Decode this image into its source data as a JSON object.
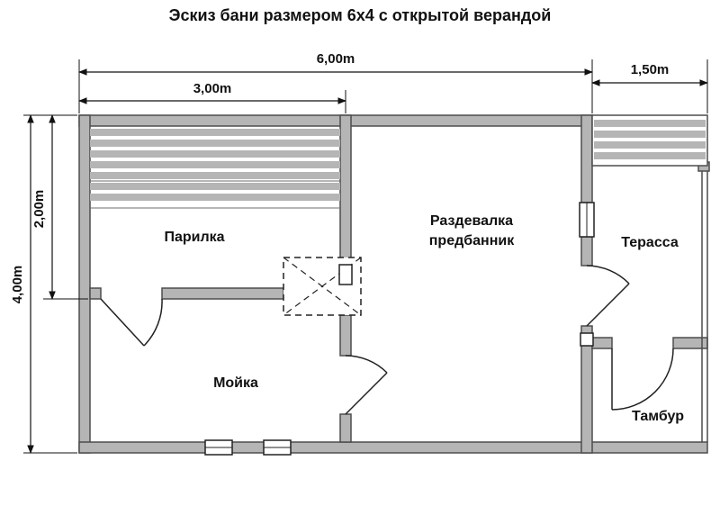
{
  "title": "Эскиз бани размером 6х4 с открытой верандой",
  "dimensions": {
    "width_total": "6,00m",
    "width_parilka": "3,00m",
    "width_terrace": "1,50m",
    "height_total": "4,00m",
    "height_parilka": "2,00m"
  },
  "rooms": {
    "parilka": "Парилка",
    "razdevalka_line1": "Раздевалка",
    "razdevalka_line2": "предбанник",
    "terrassa": "Терасса",
    "moyka": "Мойка",
    "tambur": "Тамбур"
  }
}
